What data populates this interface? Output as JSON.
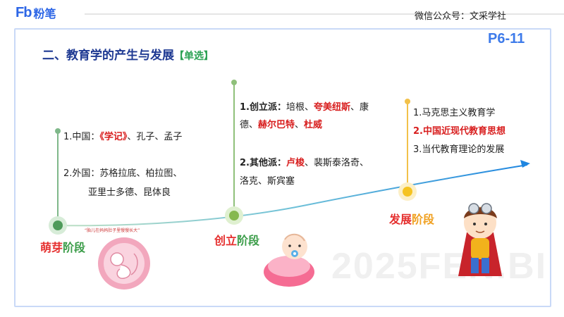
{
  "logo": {
    "mark": "Fb",
    "name": "粉笔"
  },
  "header": {
    "wechat": "微信公众号：文采学社",
    "page": "P6-11"
  },
  "title": {
    "main": "二、教育学的产生与发展",
    "tag": "【单选】"
  },
  "stages": [
    {
      "name_a": "萌芽",
      "name_b": "阶段",
      "items": [
        {
          "prefix": "1.中国：",
          "highlight": "《学记》",
          "rest": "、孔子、孟子"
        },
        {
          "line1": "2.外国：苏格拉底、柏拉图、",
          "line2": "亚里士多德、昆体良"
        }
      ],
      "caption": "“胎儿在妈妈肚子里慢慢长大”"
    },
    {
      "name_a": "创立",
      "name_b": "阶段",
      "items": [
        {
          "label": "1.创立派：",
          "p1": "培根、",
          "h1": "夸美纽斯",
          "p2": "、康",
          "line2_pre": "德、",
          "h2": "赫尔巴特",
          "p3": "、",
          "h3": "杜威"
        },
        {
          "label": "2.其他派：",
          "h1": "卢梭",
          "p1": "、裴斯泰洛奇、",
          "line2": "洛克、斯宾塞"
        }
      ]
    },
    {
      "name_a": "发展",
      "name_b": "阶段",
      "items": [
        {
          "text": "1.马克思主义教育学"
        },
        {
          "text": "2.中国近现代教育思想"
        },
        {
          "text": "3.当代教育理论的发展"
        }
      ]
    }
  ],
  "watermark": "2025FEN.BI",
  "colors": {
    "accent": "#2d66e6",
    "red": "#d81e1e",
    "green": "#3a9c48",
    "orange": "#f0a020"
  }
}
